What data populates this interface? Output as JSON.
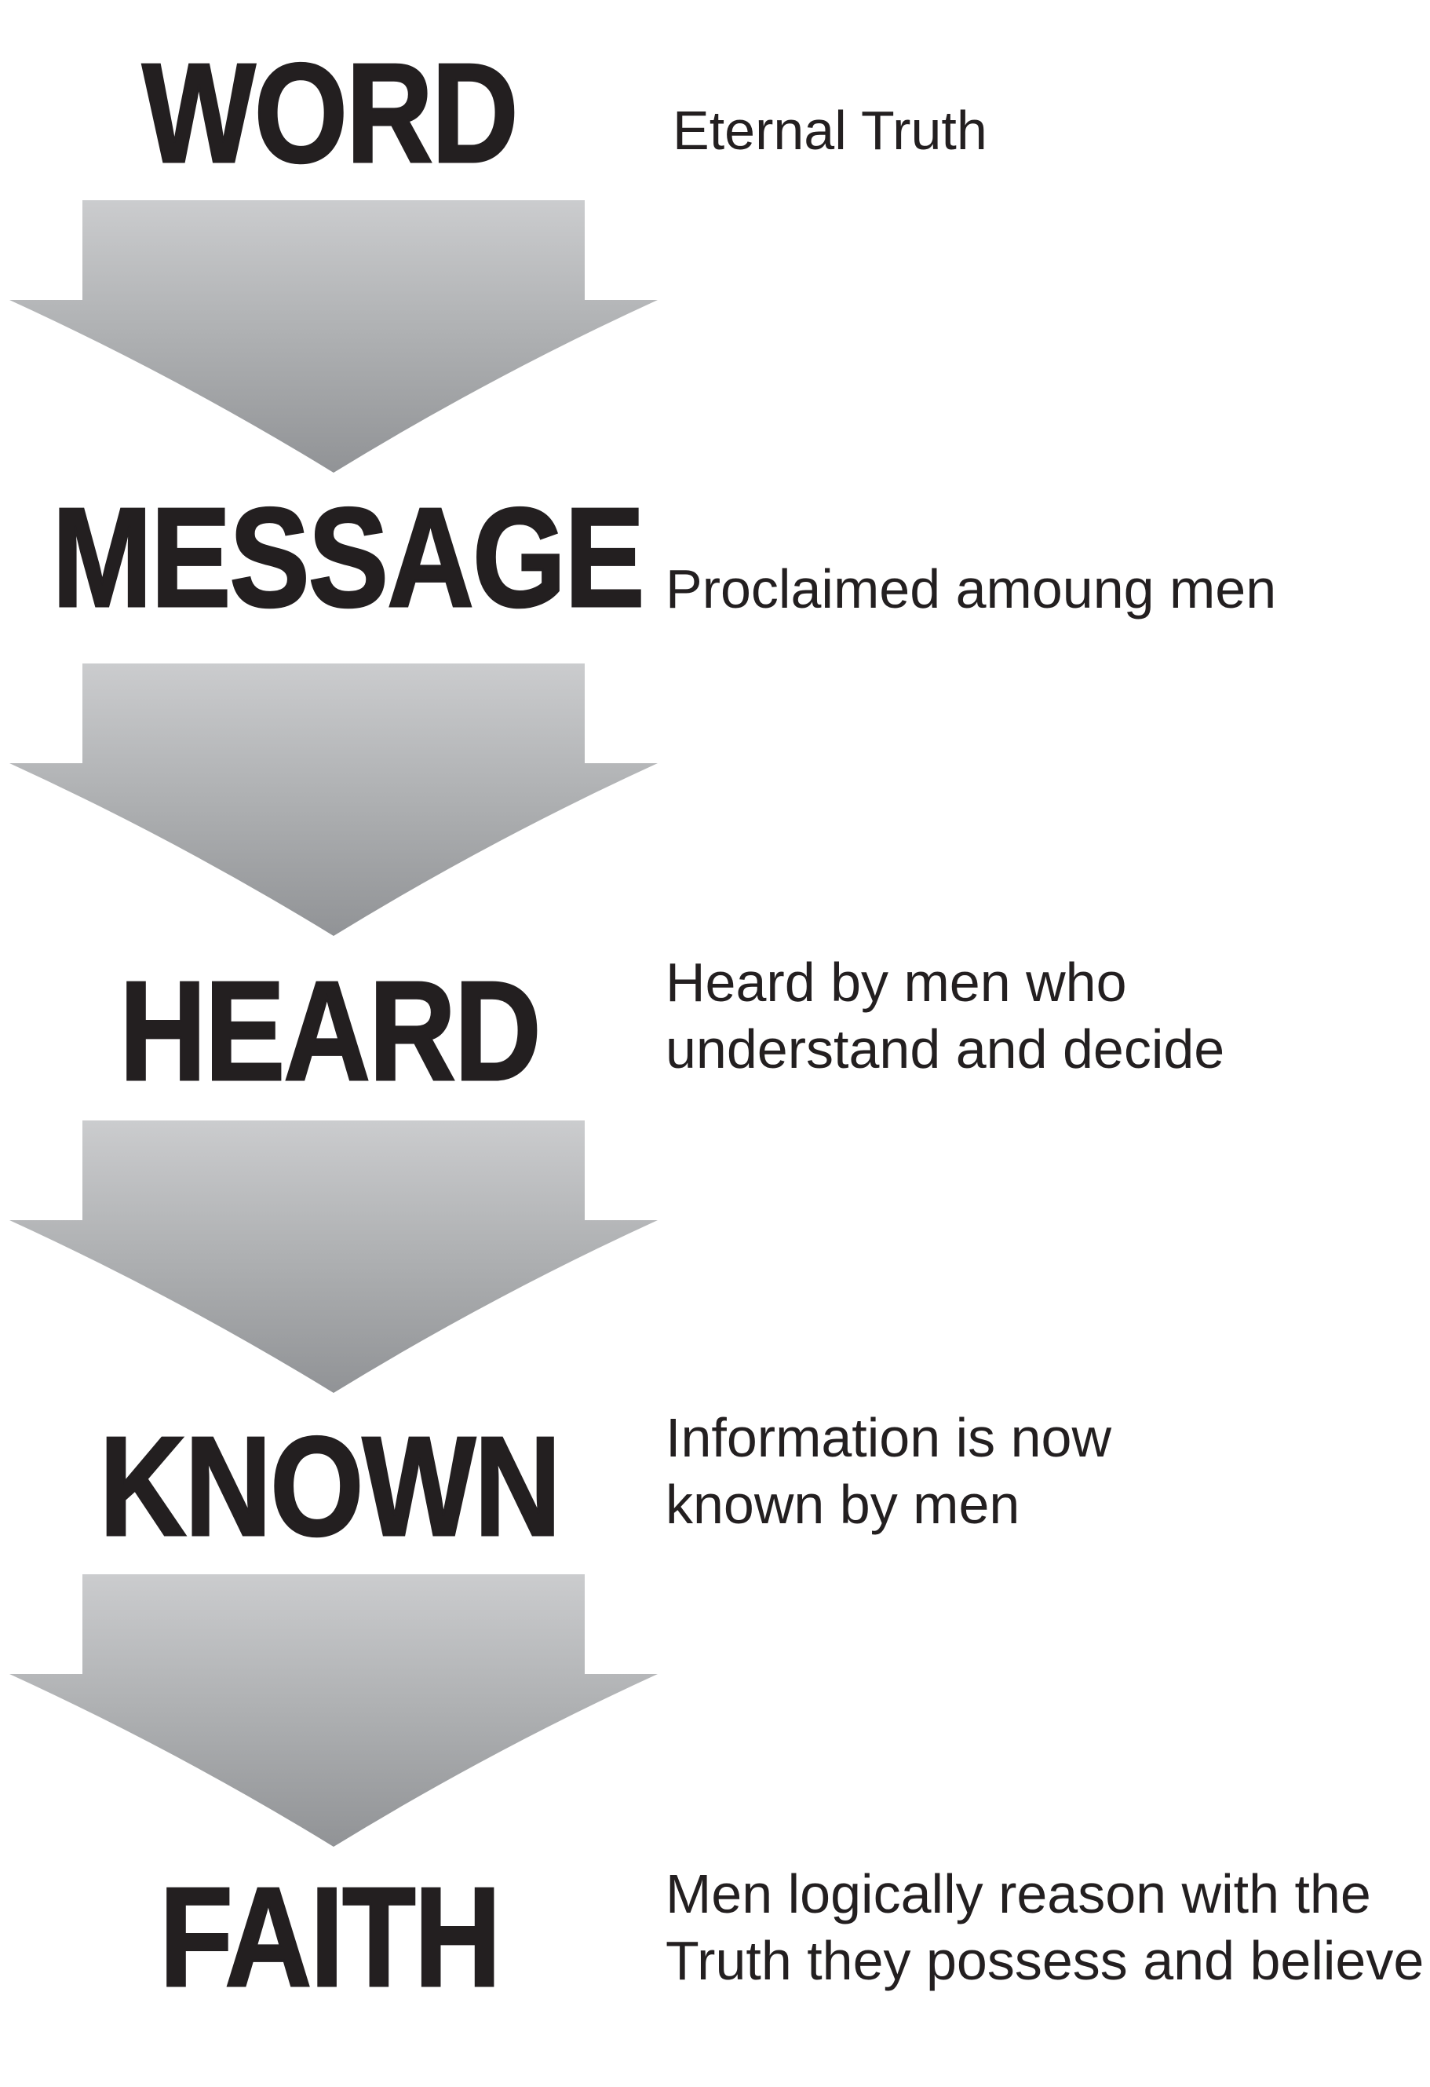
{
  "diagram": {
    "title": "word-to-faith-flow",
    "background_color": "#ffffff",
    "text_color": "#231f20",
    "arrow": {
      "direction": "down",
      "count": 4,
      "gradient_top": "#cbccce",
      "gradient_mid": "#aeb0b2",
      "gradient_bottom": "#919396"
    },
    "stages": [
      {
        "label": "WORD",
        "desc_lines": [
          "Eternal Truth",
          ""
        ]
      },
      {
        "label": "MESSAGE",
        "desc_lines": [
          "Proclaimed amoung men",
          ""
        ]
      },
      {
        "label": "HEARD",
        "desc_lines": [
          "Heard by men who",
          "understand and decide"
        ]
      },
      {
        "label": "KNOWN",
        "desc_lines": [
          "Information is now",
          "known by men"
        ]
      },
      {
        "label": "FAITH",
        "desc_lines": [
          "Men logically reason with the",
          "Truth they possess and believe"
        ]
      }
    ]
  }
}
